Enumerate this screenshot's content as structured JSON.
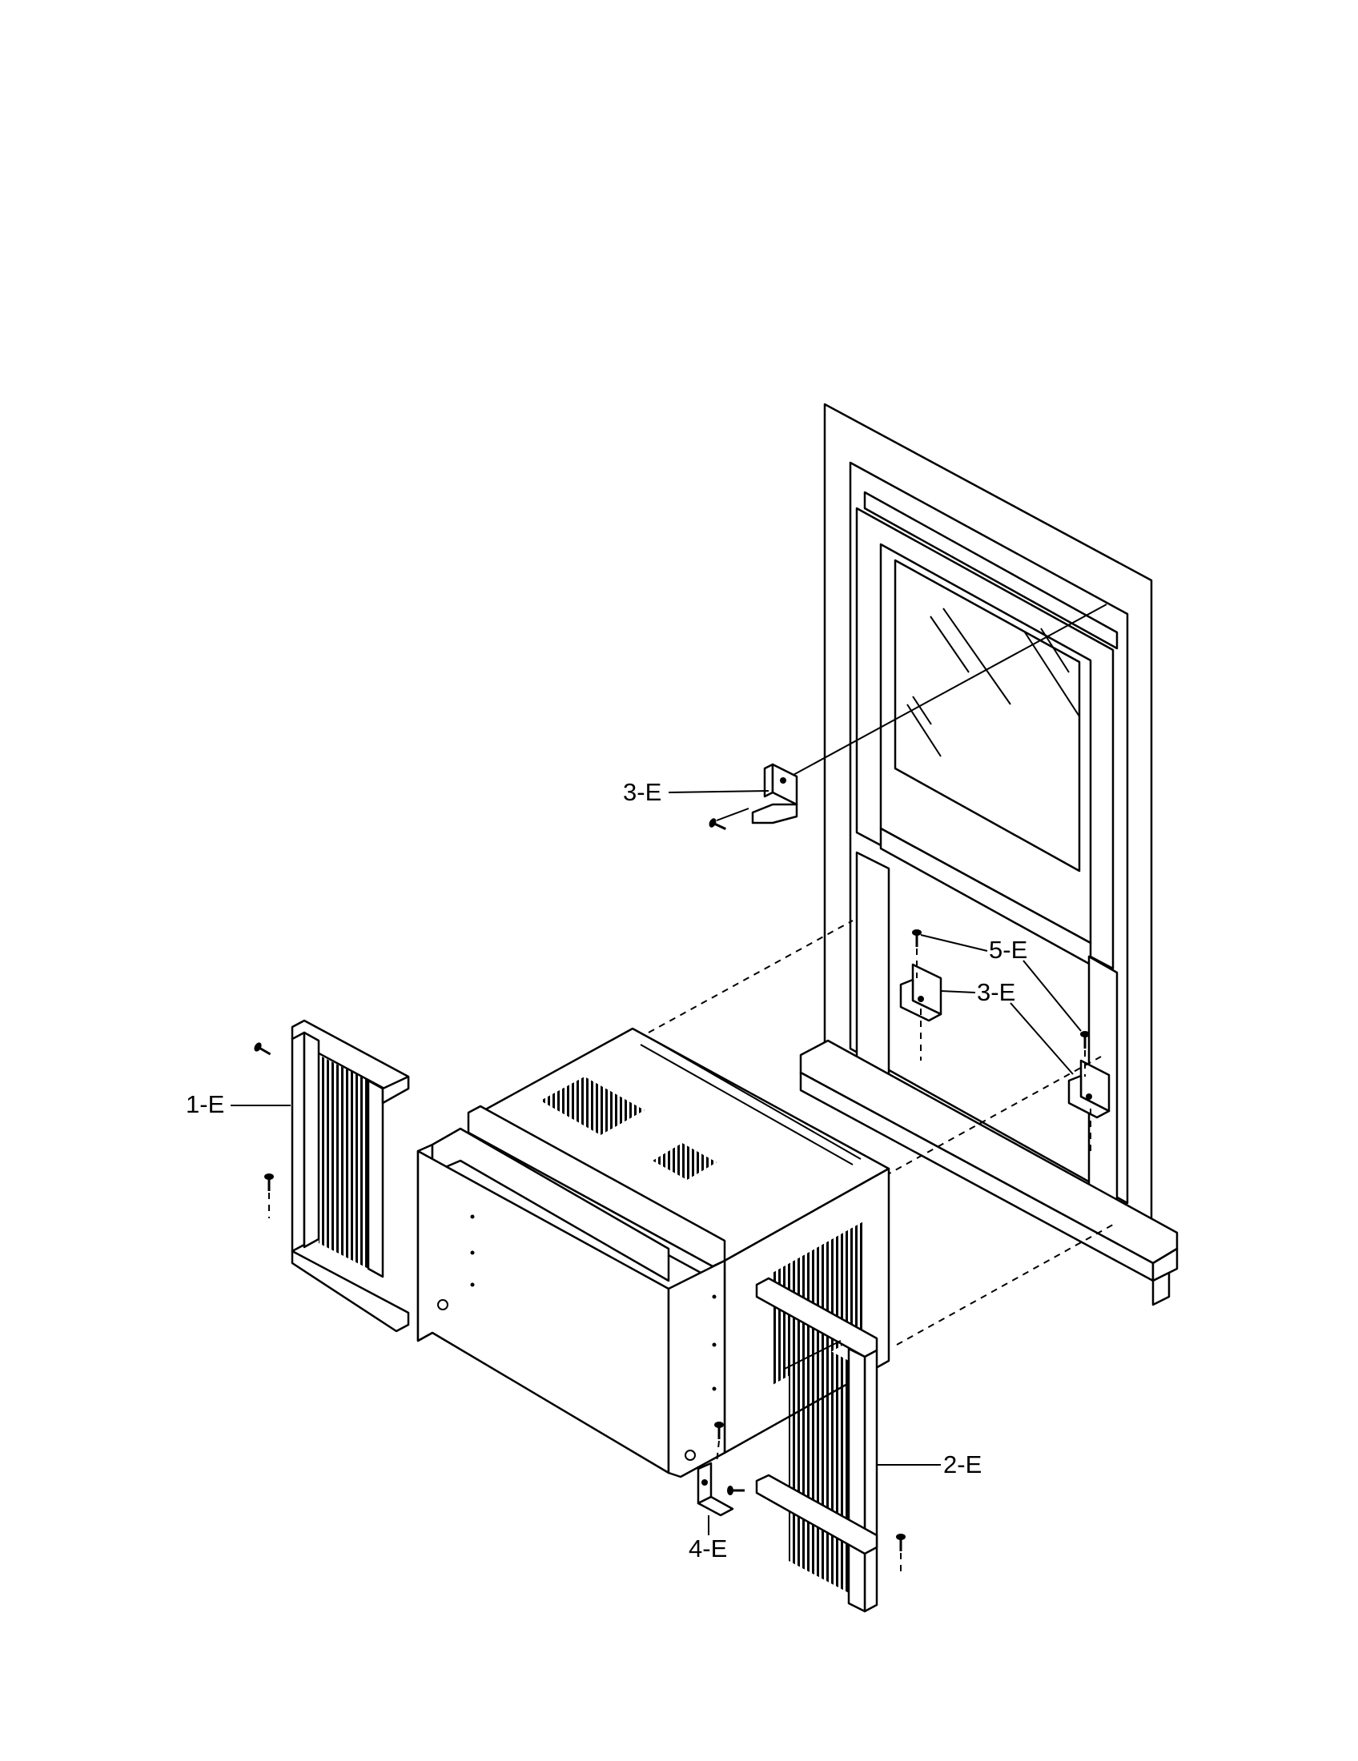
{
  "callouts": {
    "bracket_upper": "3-E",
    "bracket_lower": "3-E",
    "screw": "5-E",
    "left_curtain": "1-E",
    "right_curtain": "2-E",
    "support": "4-E"
  }
}
